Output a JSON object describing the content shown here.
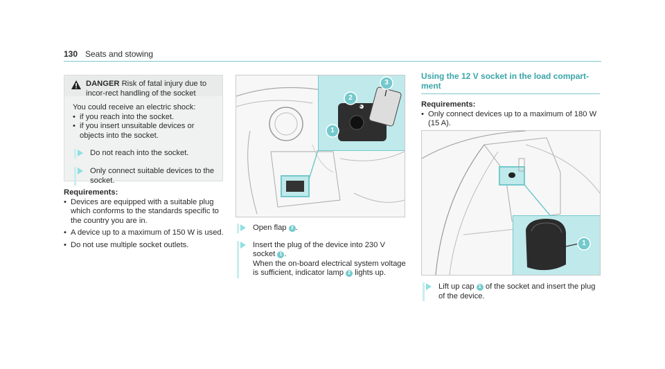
{
  "header": {
    "page_number": "130",
    "section": "Seats and stowing"
  },
  "danger": {
    "label": "DANGER",
    "title_rest": " Risk of fatal injury due to incor-rect handling of the socket",
    "intro": "You could receive an electric shock:",
    "bullets": [
      "if you reach into the socket.",
      "if you insert unsuitable devices or objects into the socket."
    ],
    "steps": [
      "Do not reach into the socket.",
      "Only connect suitable devices to the socket."
    ]
  },
  "left": {
    "req_title": "Requirements:",
    "bullets": [
      "Devices are equipped with a suitable plug which conforms to the standards specific to the country you are in.",
      "A device up to a maximum of 150 W is used.",
      "Do not use multiple socket outlets."
    ]
  },
  "middle": {
    "step1_a": "Open flap ",
    "step1_num": "3",
    "step1_b": ".",
    "step2_a": "Insert the plug of the device into 230 V socket ",
    "step2_num": "1",
    "step2_b": ".",
    "step2_c": "When the on-board electrical system voltage is sufficient, indicator lamp ",
    "step2_num2": "2",
    "step2_d": " lights up.",
    "callouts": [
      "1",
      "2",
      "3"
    ]
  },
  "right": {
    "heading": "Using the 12 V socket in the load compart-ment",
    "req_title": "Requirements:",
    "bullet": "Only connect devices up to a maximum of 180 W (15 A).",
    "step_a": "Lift up cap ",
    "step_num": "1",
    "step_b": " of the socket and insert the plug of the device.",
    "callout": "1"
  },
  "colors": {
    "accent": "#3aa5a8",
    "callout": "#74c9cc",
    "inset": "#bfe9eb"
  },
  "icons": [
    "warning-triangle-icon",
    "step-arrow-icon"
  ]
}
